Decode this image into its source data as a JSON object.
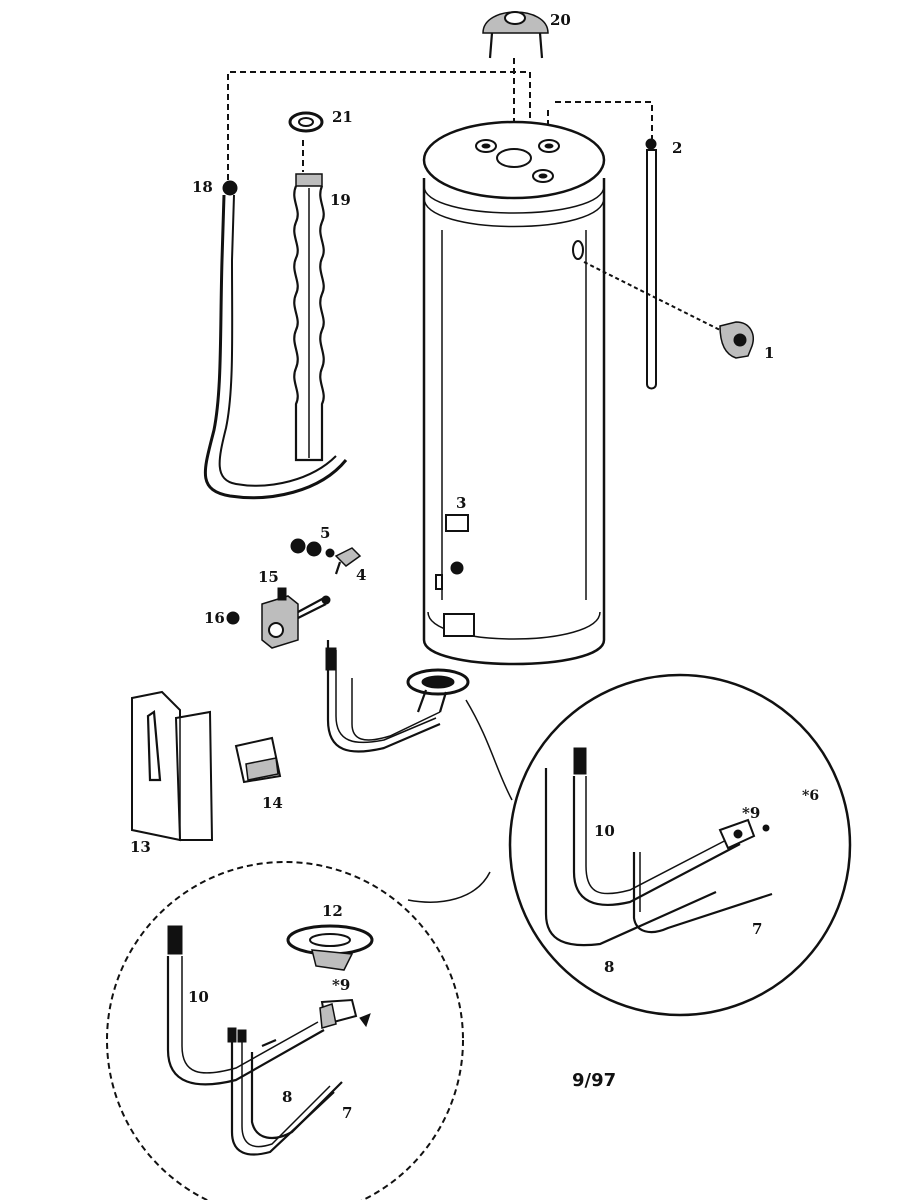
{
  "labels": {
    "p1": "1",
    "p2": "2",
    "p3": "3",
    "p4": "4",
    "p5": "5",
    "p6": "*6",
    "p7a": "7",
    "p7b": "7",
    "p8a": "8",
    "p8b": "8",
    "p9a": "*9",
    "p9b": "*9",
    "p10a": "10",
    "p10b": "10",
    "p12": "12",
    "p13": "13",
    "p14": "14",
    "p15": "15",
    "p16": "16",
    "p18": "18",
    "p19": "19",
    "p20": "20",
    "p21": "21"
  },
  "date_code": "9/97"
}
